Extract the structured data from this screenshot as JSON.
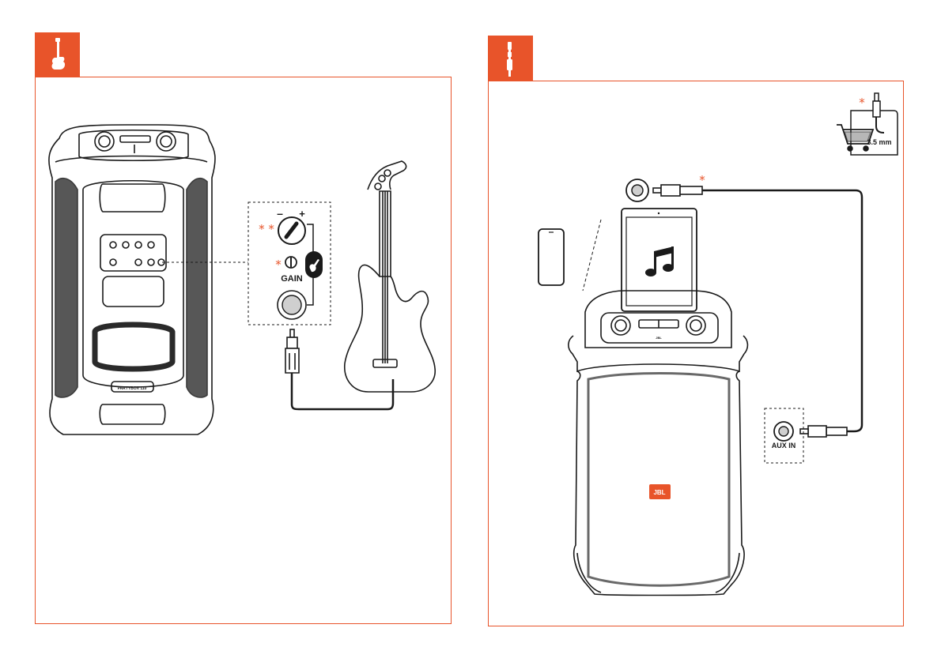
{
  "left_panel": {
    "icon": "electric-guitar-icon",
    "asterisk_double": "* *",
    "minus": "–",
    "plus": "+",
    "asterisk_single": "*",
    "gain_label": "GAIN",
    "brand_plate": "PARTYBOX 110"
  },
  "right_panel": {
    "icon": "audio-jack-icon",
    "asterisk_top": "*",
    "cable_size": "3.5 mm",
    "asterisk_cable": "*",
    "aux_label": "AUX IN",
    "logo_text": "JBL",
    "top_panel_text": "JBL"
  },
  "colors": {
    "accent": "#e8542a",
    "line": "#1a1a1a"
  }
}
